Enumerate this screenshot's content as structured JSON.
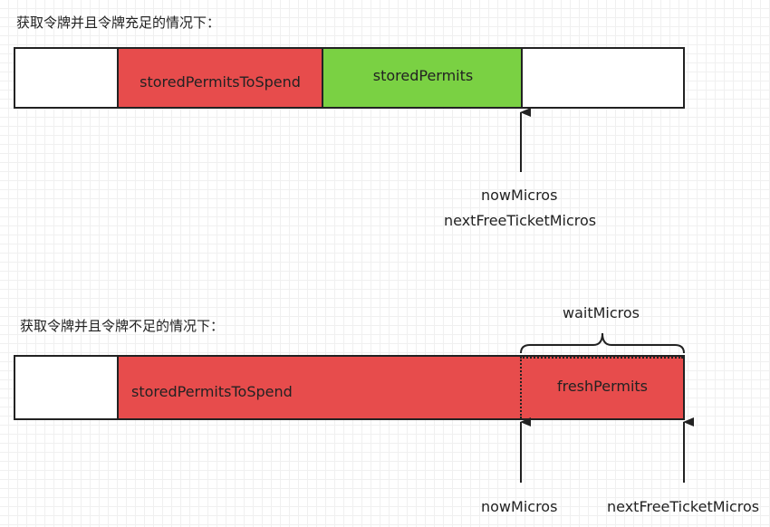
{
  "top": {
    "caption": "获取令牌并且令牌充足的情况下：",
    "seg_spend": "storedPermitsToSpend",
    "seg_stored": "storedPermits",
    "label_now": "nowMicros",
    "label_next": "nextFreeTicketMicros"
  },
  "bottom": {
    "caption": "获取令牌并且令牌不足的情况下：",
    "seg_spend": "storedPermitsToSpend",
    "seg_fresh": "freshPermits",
    "brace_label": "waitMicros",
    "label_now": "nowMicros",
    "label_next": "nextFreeTicketMicros"
  },
  "colors": {
    "red": "#e74c4c",
    "green": "#7ad143",
    "line": "#222222"
  }
}
